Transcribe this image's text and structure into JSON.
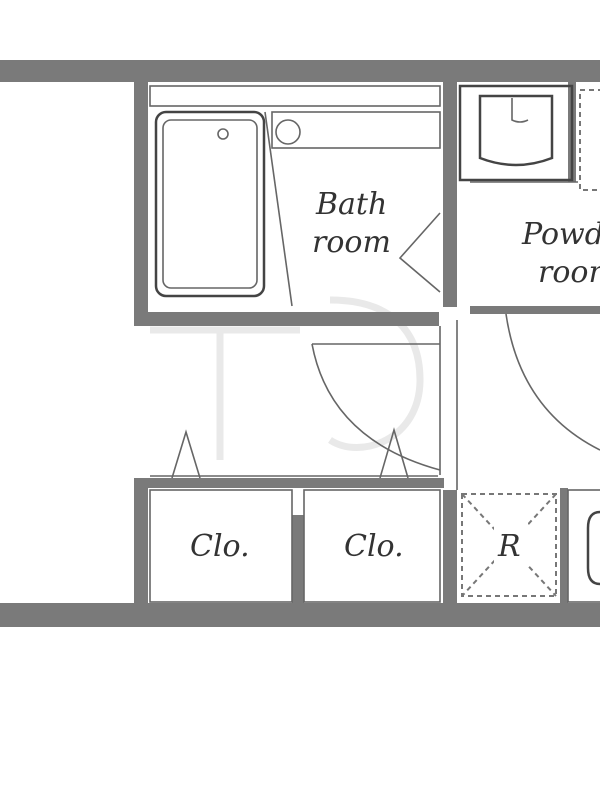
{
  "rooms": {
    "bath": {
      "line1": "Bath",
      "line2": "room"
    },
    "powder": {
      "line1": "Powd",
      "line2": "room"
    },
    "closet_left": {
      "label": "Clo."
    },
    "closet_right": {
      "label": "Clo."
    },
    "refrigerator": {
      "label": "R"
    }
  },
  "colors": {
    "wall": "#7a7a7a",
    "line": "#444444",
    "text": "#333333"
  }
}
